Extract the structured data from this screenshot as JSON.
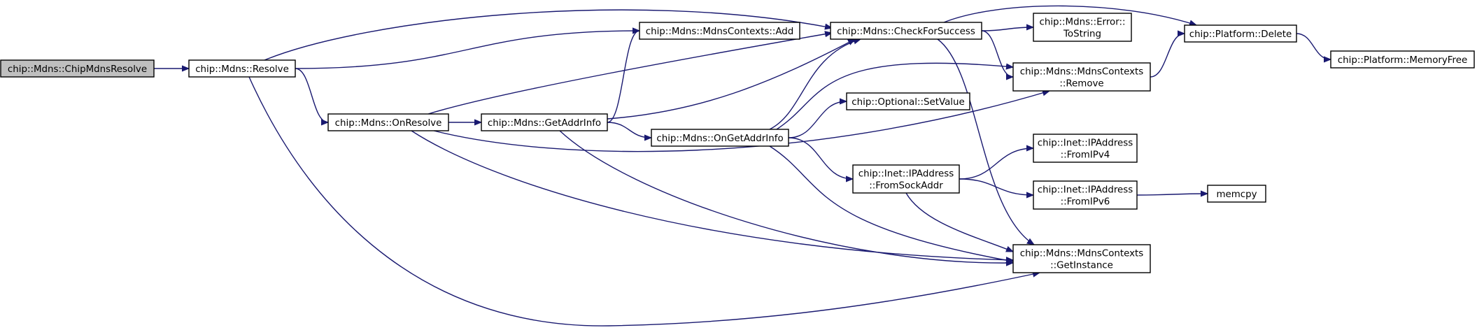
{
  "colors": {
    "node_fill": "#ffffff",
    "focus_fill": "#bfbfbf",
    "node_border": "#000000",
    "edge": "#191970"
  },
  "nodes": [
    {
      "id": "chipmdnsresolve",
      "lines": [
        "chip::Mdns::ChipMdnsResolve"
      ],
      "focus": true
    },
    {
      "id": "resolve",
      "lines": [
        "chip::Mdns::Resolve"
      ]
    },
    {
      "id": "onresolve",
      "lines": [
        "chip::Mdns::OnResolve"
      ]
    },
    {
      "id": "getaddrinfo",
      "lines": [
        "chip::Mdns::GetAddrInfo"
      ]
    },
    {
      "id": "ongetaddrinfo",
      "lines": [
        "chip::Mdns::OnGetAddrInfo"
      ]
    },
    {
      "id": "contextsadd",
      "lines": [
        "chip::Mdns::MdnsContexts::Add"
      ]
    },
    {
      "id": "checkforsuccess",
      "lines": [
        "chip::Mdns::CheckForSuccess"
      ]
    },
    {
      "id": "optionalsetvalue",
      "lines": [
        "chip::Optional::SetValue"
      ]
    },
    {
      "id": "fromsockaddr",
      "lines": [
        "chip::Inet::IPAddress",
        "::FromSockAddr"
      ]
    },
    {
      "id": "errortostring",
      "lines": [
        "chip::Mdns::Error::",
        "ToString"
      ]
    },
    {
      "id": "contextsremove",
      "lines": [
        "chip::Mdns::MdnsContexts",
        "::Remove"
      ]
    },
    {
      "id": "fromipv4",
      "lines": [
        "chip::Inet::IPAddress",
        "::FromIPv4"
      ]
    },
    {
      "id": "fromipv6",
      "lines": [
        "chip::Inet::IPAddress",
        "::FromIPv6"
      ]
    },
    {
      "id": "getinstance",
      "lines": [
        "chip::Mdns::MdnsContexts",
        "::GetInstance"
      ]
    },
    {
      "id": "platformdelete",
      "lines": [
        "chip::Platform::Delete"
      ]
    },
    {
      "id": "memcpy",
      "lines": [
        "memcpy"
      ]
    },
    {
      "id": "memoryfree",
      "lines": [
        "chip::Platform::MemoryFree"
      ]
    }
  ],
  "edges": [
    [
      "chipmdnsresolve",
      "resolve"
    ],
    [
      "resolve",
      "checkforsuccess"
    ],
    [
      "resolve",
      "contextsadd"
    ],
    [
      "resolve",
      "onresolve"
    ],
    [
      "resolve",
      "getinstance"
    ],
    [
      "onresolve",
      "getaddrinfo"
    ],
    [
      "onresolve",
      "checkforsuccess"
    ],
    [
      "onresolve",
      "contextsremove"
    ],
    [
      "onresolve",
      "getinstance"
    ],
    [
      "getaddrinfo",
      "contextsadd"
    ],
    [
      "getaddrinfo",
      "checkforsuccess"
    ],
    [
      "getaddrinfo",
      "ongetaddrinfo"
    ],
    [
      "getaddrinfo",
      "getinstance"
    ],
    [
      "ongetaddrinfo",
      "checkforsuccess"
    ],
    [
      "ongetaddrinfo",
      "contextsremove"
    ],
    [
      "ongetaddrinfo",
      "optionalsetvalue"
    ],
    [
      "ongetaddrinfo",
      "fromsockaddr"
    ],
    [
      "ongetaddrinfo",
      "getinstance"
    ],
    [
      "checkforsuccess",
      "errortostring"
    ],
    [
      "checkforsuccess",
      "platformdelete"
    ],
    [
      "checkforsuccess",
      "contextsremove"
    ],
    [
      "checkforsuccess",
      "getinstance"
    ],
    [
      "fromsockaddr",
      "fromipv4"
    ],
    [
      "fromsockaddr",
      "fromipv6"
    ],
    [
      "fromsockaddr",
      "getinstance"
    ],
    [
      "fromipv6",
      "memcpy"
    ],
    [
      "contextsremove",
      "platformdelete"
    ],
    [
      "platformdelete",
      "memoryfree"
    ]
  ]
}
